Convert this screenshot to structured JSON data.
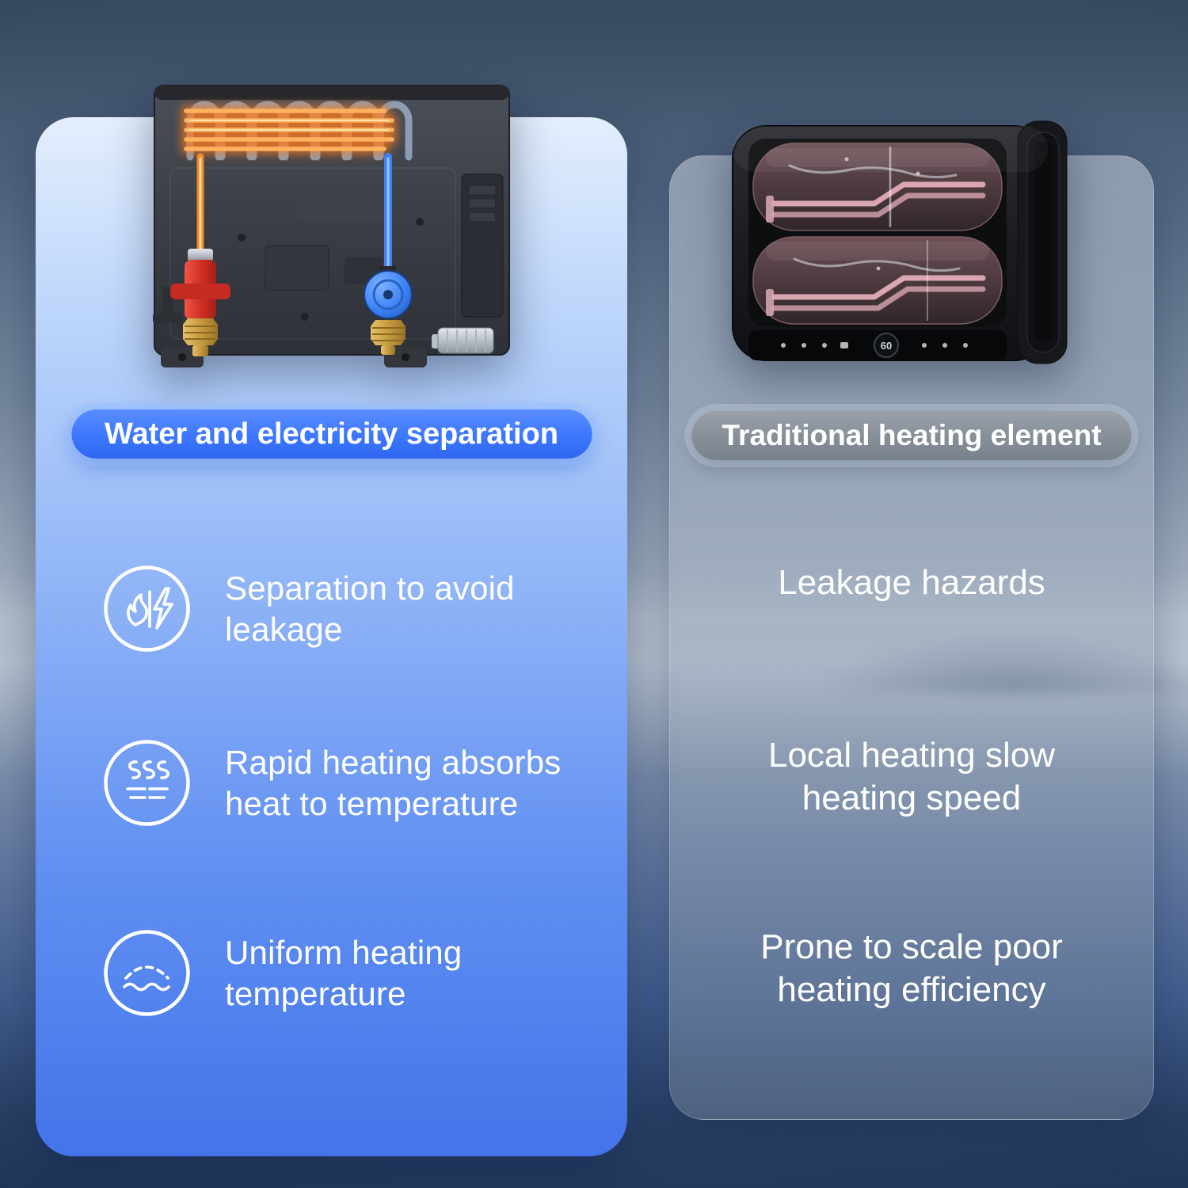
{
  "left_panel": {
    "badge": "Water and electricity separation",
    "features": [
      {
        "icon": "flame-lightning-icon",
        "text": "Separation to avoid leakage"
      },
      {
        "icon": "steam-heat-icon",
        "text": "Rapid heating absorbs heat to temperature"
      },
      {
        "icon": "uniform-heat-icon",
        "text": "Uniform heating temperature"
      }
    ]
  },
  "right_panel": {
    "badge": "Traditional heating element",
    "display_value": "60",
    "features": [
      {
        "text": "Leakage hazards"
      },
      {
        "text": "Local heating slow heating speed"
      },
      {
        "text": "Prone to scale poor heating efficiency"
      }
    ]
  },
  "colors": {
    "accent_blue": "#3c77fe",
    "badge_gray": "#868e98",
    "panel_left_top": "#e4eefd",
    "panel_left_bottom": "#4374e9",
    "glow_orange": "#ff8a1f",
    "pipe_blue": "#3b82f6",
    "valve_red": "#d93228",
    "element_pink": "#d9a6b1"
  }
}
